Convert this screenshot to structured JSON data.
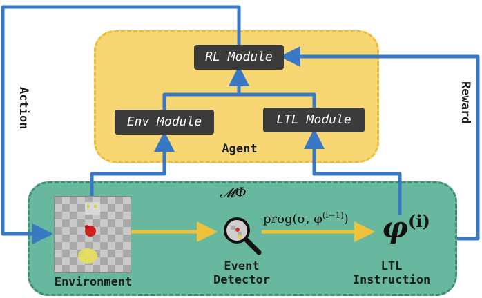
{
  "agent": {
    "label": "Agent",
    "rl_module": "RL Module",
    "env_module": "Env Module",
    "ltl_module": "LTL Module"
  },
  "environment_panel": {
    "model_label": "𝓜Φ",
    "environment_label": "Environment",
    "event_detector_label_line1": "Event",
    "event_detector_label_line2": "Detector",
    "ltl_instruction_label_line1": "LTL",
    "ltl_instruction_label_line2": "Instruction",
    "prog_text": "prog(σ, φ",
    "prog_sup": "(i−1)",
    "prog_tail": ")",
    "phi_text": "φ",
    "phi_sup": "(i)"
  },
  "edges": {
    "action_label": "Action",
    "reward_label": "Reward"
  },
  "colors": {
    "agent_fill": "#f7d774",
    "agent_border": "#ecbc3a",
    "env_fill": "#68b8a0",
    "env_border": "#3f8b76",
    "arrow_blue": "#3a78c4",
    "arrow_yellow": "#f0c23a",
    "module_fill": "#3b3b3b"
  },
  "icons": {
    "detector": "magnifier-icon",
    "environment": "robot-scene-image"
  }
}
